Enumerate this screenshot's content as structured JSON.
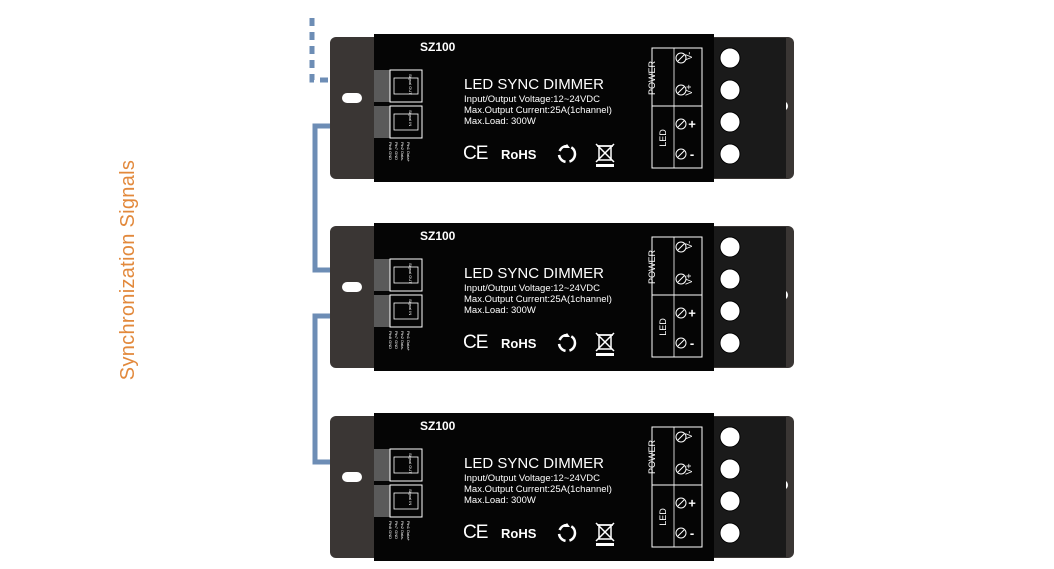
{
  "side_label": "Synchronization Signals",
  "device": {
    "model": "SZ100",
    "title": "LED SYNC DIMMER",
    "specs": [
      "Input/Output Voltage:12~24VDC",
      "Max.Output Current:25A(1channel)",
      "Max.Load: 300W"
    ],
    "ce_mark": "CE",
    "rohs_mark": "RoHS",
    "power_label": "POWER",
    "led_label": "LED",
    "terminals": [
      "V-",
      "V+",
      "+",
      "-"
    ],
    "pin_labels": [
      "Pin1 Data+",
      "Pin2 Data-",
      "Pin7 GND",
      "Pin8 GND"
    ],
    "port_labels": [
      "Signal OUT",
      "Signal IN"
    ]
  },
  "colors": {
    "housing": "#3a3634",
    "panel": "#050505",
    "wire": "#6d8db5",
    "side_label": "#e2893c"
  },
  "units_count": 3
}
